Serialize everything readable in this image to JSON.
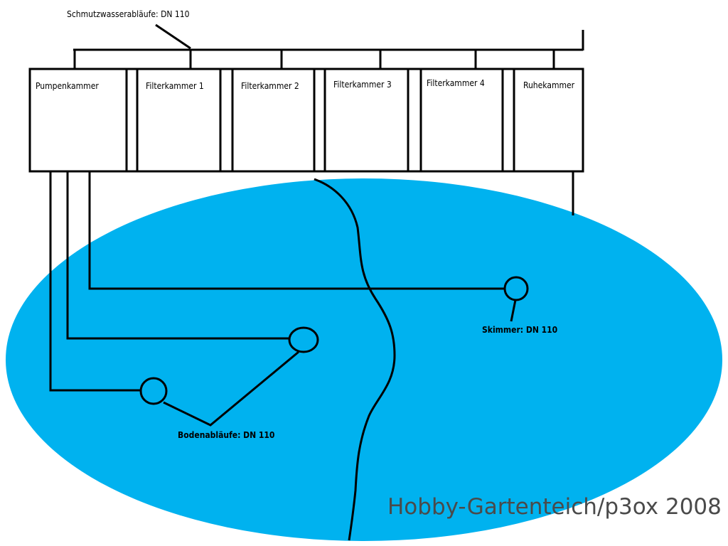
{
  "labels": {
    "dirty_water_drains": "Schmutzwasserabläufe: DN 110",
    "skimmer": "Skimmer: DN 110",
    "bottom_drains": "Bodenabläufe: DN 110",
    "watermark": "Hobby-Gartenteich/p3ox 2008"
  },
  "chambers": [
    {
      "name": "Pumpenkammer"
    },
    {
      "name": "Filterkammer 1"
    },
    {
      "name": "Filterkammer 2"
    },
    {
      "name": "Filterkammer 3"
    },
    {
      "name": "Filterkammer 4"
    },
    {
      "name": "Ruhekammer"
    }
  ],
  "colors": {
    "pond": "#00b2ef",
    "lines": "#000000",
    "background": "#ffffff",
    "watermark": "#4a4a4a"
  }
}
